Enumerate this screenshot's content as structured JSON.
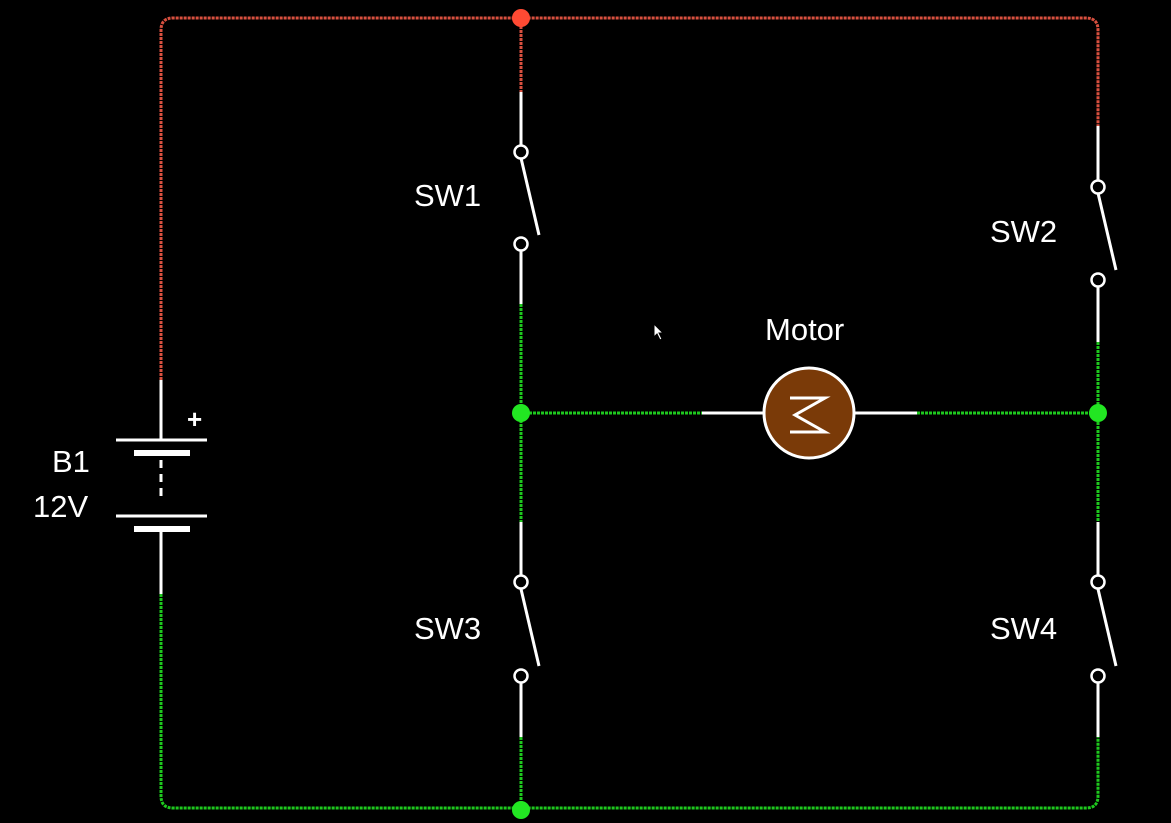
{
  "colors": {
    "background": "#000000",
    "positive_wire": "#d9503f",
    "negative_wire": "#1ec81e",
    "neutral_wire": "#ffffff",
    "motor_fill": "#7a3a08",
    "node_positive": "#ff4a33",
    "node_negative": "#22e622"
  },
  "battery": {
    "name": "B1",
    "voltage": "12V",
    "plus_sign": "+"
  },
  "switches": [
    {
      "id": "sw1",
      "label": "SW1",
      "state": "open"
    },
    {
      "id": "sw2",
      "label": "SW2",
      "state": "open"
    },
    {
      "id": "sw3",
      "label": "SW3",
      "state": "open"
    },
    {
      "id": "sw4",
      "label": "SW4",
      "state": "open"
    }
  ],
  "motor": {
    "label": "Motor",
    "icon": "motor-symbol-icon"
  },
  "cursor": {
    "icon": "mouse-pointer-icon"
  }
}
